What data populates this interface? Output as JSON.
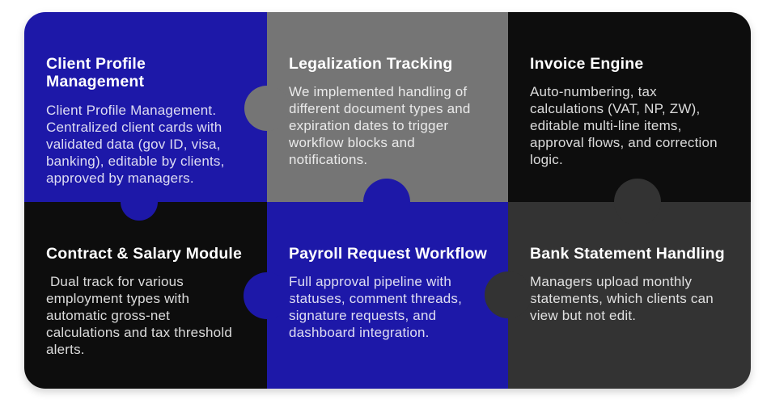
{
  "board": {
    "colors": {
      "blue": "#1d18a8",
      "gray": "#757575",
      "black": "#0d0d0d",
      "dark_gray": "#333333",
      "title_text": "#ffffff",
      "body_text": "#d9d9d9"
    },
    "cards": [
      {
        "title": "Client Profile Management",
        "body": "Client Profile Management. Centralized client cards with validated data (gov ID, visa, banking), editable by clients, approved by managers.",
        "bg": "#1d18a8"
      },
      {
        "title": "Legalization Tracking",
        "body": "We implemented handling of different document types and expiration dates to trigger workflow blocks and notifications.",
        "bg": "#757575"
      },
      {
        "title": "Invoice Engine",
        "body": "Auto-numbering, tax calculations (VAT, NP, ZW), editable multi-line items, approval flows, and correction logic.",
        "bg": "#0d0d0d"
      },
      {
        "title": "Contract & Salary Module",
        "body": " Dual track for various employment types with automatic gross-net calculations and tax threshold alerts.",
        "bg": "#0d0d0d"
      },
      {
        "title": "Payroll Request Workflow",
        "body": "Full approval pipeline with statuses, comment threads, signature requests, and dashboard integration.",
        "bg": "#1d18a8"
      },
      {
        "title": "Bank Statement Handling",
        "body": "Managers upload monthly statements, which clients can view but not edit.",
        "bg": "#333333"
      }
    ],
    "tabs": [
      {
        "color": "#757575"
      },
      {
        "color": "#1d18a8"
      },
      {
        "color": "#1d18a8"
      },
      {
        "color": "#333333"
      },
      {
        "color": "#1d18a8"
      },
      {
        "color": "#333333"
      }
    ]
  }
}
